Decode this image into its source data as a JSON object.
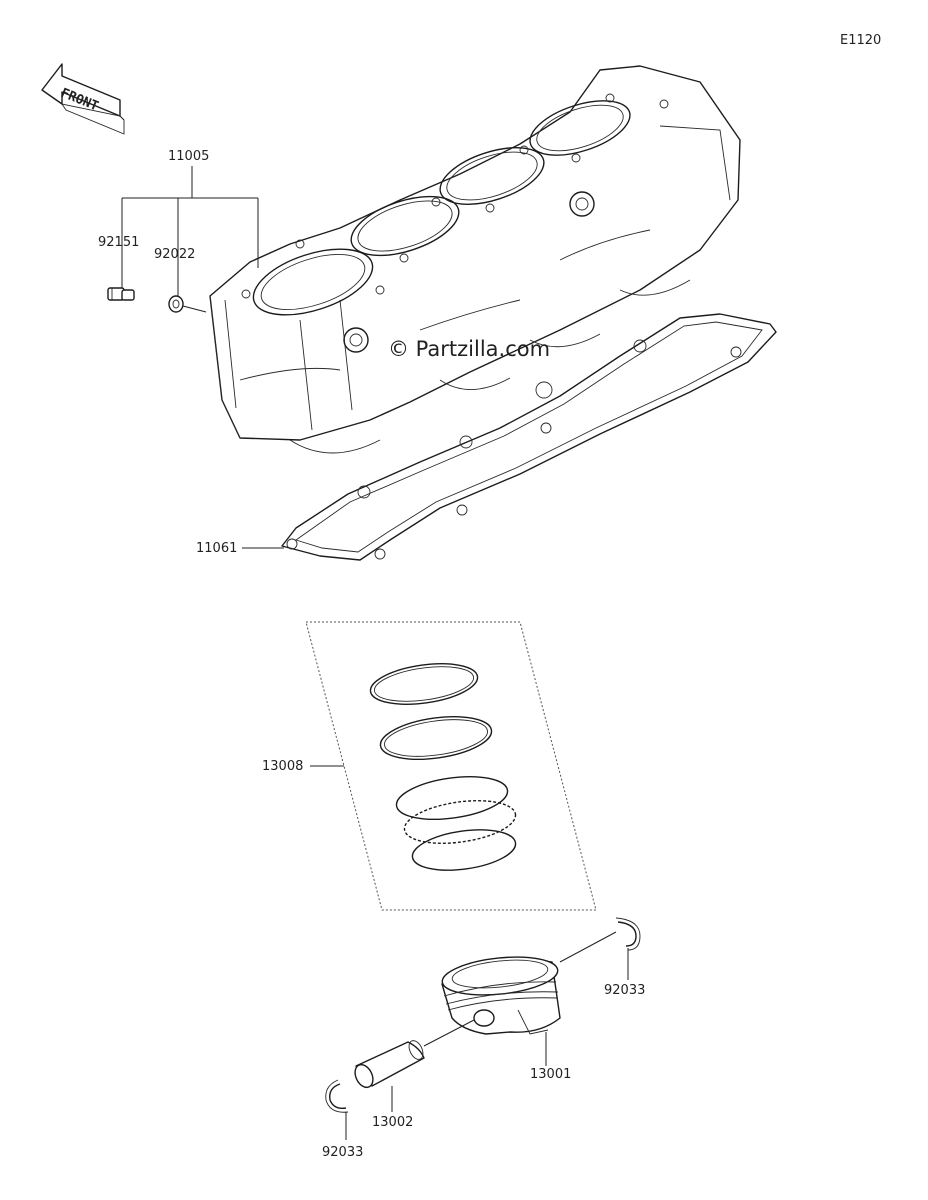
{
  "diagram_code": "E1120",
  "front_label": "FRONT",
  "watermark": "© Partzilla.com",
  "labels": {
    "cylinder": "11005",
    "plug": "92151",
    "washer": "92022",
    "gasket": "11061",
    "ring_set": "13008",
    "snap_ring_right": "92033",
    "piston": "13001",
    "pin": "13002",
    "snap_ring_left": "92033"
  }
}
